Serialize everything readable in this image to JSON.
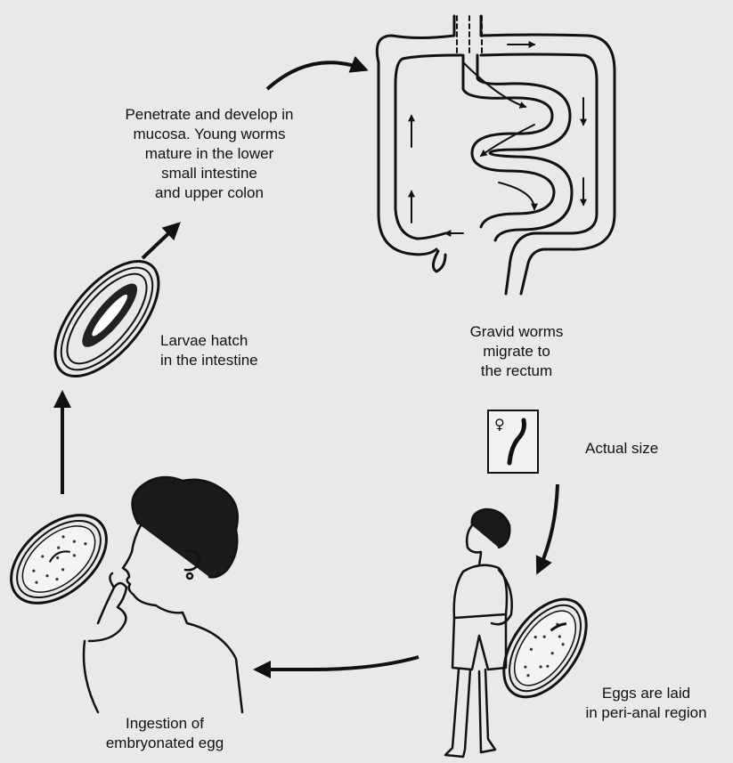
{
  "labels": {
    "penetrate": [
      "Penetrate and develop in",
      "mucosa. Young worms",
      "mature in the lower",
      "small intestine",
      "and upper colon"
    ],
    "larvae": [
      "Larvae hatch",
      "in the intestine"
    ],
    "gravid": [
      "Gravid worms",
      "migrate to",
      "the rectum"
    ],
    "actual_size": "Actual size",
    "female_symbol": "♀",
    "eggs": [
      "Eggs are laid",
      "in peri-anal region"
    ],
    "ingestion": [
      "Ingestion of",
      "embryonated egg"
    ]
  },
  "colors": {
    "background": "#e9e9e9",
    "ink": "#111111"
  },
  "icons": [
    "intestine-illustration",
    "larva-egg-icon",
    "worm-actual-size-icon",
    "child-standing-illustration",
    "child-ingesting-illustration",
    "embryonated-egg-icon",
    "perianal-egg-icon"
  ]
}
